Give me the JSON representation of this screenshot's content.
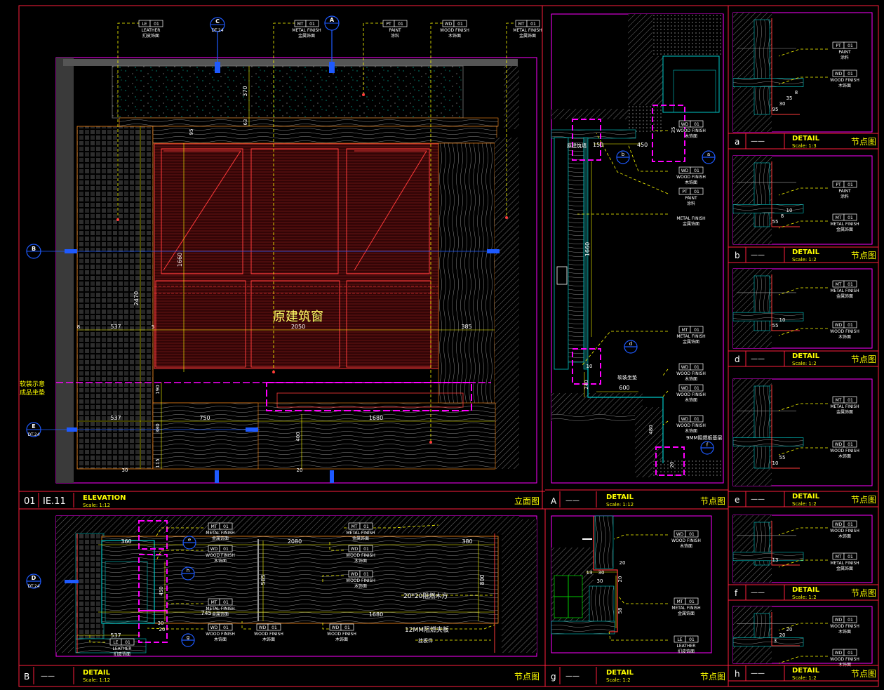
{
  "colors": {
    "frame": "#ff1e3c",
    "magenta": "#ff00ff",
    "yellow": "#ffff00",
    "white": "#ffffff",
    "cyan": "#00ffff",
    "blue": "#1e5aff",
    "wood": "#b4b4b4",
    "red": "#ff3a3a",
    "orange": "#ff8c1a",
    "green": "#00c800"
  },
  "elevation": {
    "num": "01",
    "ref": "IE.11",
    "title": "ELEVATION",
    "scale": "Scale: 1:12",
    "cn": "立面图",
    "tags": [
      {
        "code": "LE",
        "n": "01",
        "en": "LEATHER",
        "cn": "扪皮饰面"
      },
      {
        "code": "MT",
        "n": "01",
        "en": "METAL FINISH",
        "cn": "金属饰面"
      },
      {
        "code": "PT",
        "n": "01",
        "en": "PAINT",
        "cn": "涂料"
      },
      {
        "code": "WD",
        "n": "01",
        "en": "WOOD FINISH",
        "cn": "木饰面"
      },
      {
        "code": "MT",
        "n": "01",
        "en": "METAL FINISH",
        "cn": "金属饰面"
      }
    ],
    "window_label": "原建筑窗",
    "side_note_1": "软装示意",
    "side_note_2": "成品坐垫",
    "dims": {
      "d537": "537",
      "d2050": "2050",
      "d385": "385",
      "d5": "5",
      "d8": "8",
      "d750": "750",
      "d1680": "1680",
      "d2470": "2470",
      "d1660": "1660",
      "d370": "370",
      "d63": "63",
      "d95": "95",
      "d190": "190",
      "d380": "380",
      "d400": "400",
      "d20": "20",
      "d115": "115",
      "d30": "30"
    },
    "markers": [
      {
        "letter": "C",
        "ref": "DT.24"
      },
      {
        "letter": "A",
        "ref": ""
      },
      {
        "letter": "B",
        "ref": ""
      },
      {
        "letter": "E",
        "ref": "DT.24"
      }
    ]
  },
  "detailA": {
    "letter": "A",
    "dash": "——",
    "title": "DETAIL",
    "scale": "Scale: 1:12",
    "cn": "节点图",
    "tags": [
      {
        "code": "WD",
        "n": "01",
        "en": "WOOD FINISH",
        "cn": "木饰面"
      },
      {
        "code": "WD",
        "n": "01",
        "en": "WOOD FINISH",
        "cn": "木饰面"
      },
      {
        "code": "PT",
        "n": "01",
        "en": "PAINT",
        "cn": "涂料"
      },
      {
        "code": "",
        "n": "",
        "en": "METAL FINISH",
        "cn": "金属饰面"
      },
      {
        "code": "MT",
        "n": "01",
        "en": "METAL FINISH",
        "cn": "金属饰面"
      },
      {
        "code": "WD",
        "n": "01",
        "en": "WOOD FINISH",
        "cn": "木饰面"
      },
      {
        "code": "WD",
        "n": "01",
        "en": "WOOD FINISH",
        "cn": "木饰面"
      },
      {
        "code": "WD",
        "n": "01",
        "en": "WOOD FINISH",
        "cn": "木饰面"
      }
    ],
    "notes": {
      "old": "原建筑墙",
      "cushion": "软装坐垫",
      "board": "9MM阻燃板基层",
      "metal": "METAL FINISH"
    },
    "dims": {
      "d450": "450",
      "d150": "150",
      "d1660": "1660",
      "d600": "600",
      "d240": "240",
      "d480": "480",
      "d35": "35",
      "d20": "20",
      "d10": "10"
    },
    "markers": [
      "b",
      "a",
      "d",
      "f"
    ]
  },
  "details_small": [
    {
      "letter": "a",
      "dash": "——",
      "title": "DETAIL",
      "scale": "Scale: 1:3",
      "cn": "节点图",
      "tags": [
        {
          "code": "PT",
          "n": "01",
          "en": "PAINT",
          "cn": "涂料"
        },
        {
          "code": "WD",
          "n": "01",
          "en": "WOOD FINISH",
          "cn": "木饰面"
        }
      ],
      "dims": [
        "95",
        "30",
        "35",
        "8"
      ]
    },
    {
      "letter": "b",
      "dash": "——",
      "title": "DETAIL",
      "scale": "Scale: 1:2",
      "cn": "节点图",
      "tags": [
        {
          "code": "PT",
          "n": "01",
          "en": "PAINT",
          "cn": "涂料"
        },
        {
          "code": "MT",
          "n": "01",
          "en": "METAL FINISH",
          "cn": "金属饰面"
        }
      ],
      "dims": [
        "55",
        "8",
        "10"
      ]
    },
    {
      "letter": "d",
      "dash": "——",
      "title": "DETAIL",
      "scale": "Scale: 1:2",
      "cn": "节点图",
      "tags": [
        {
          "code": "MT",
          "n": "01",
          "en": "METAL FINISH",
          "cn": "金属饰面"
        },
        {
          "code": "WD",
          "n": "01",
          "en": "WOOD FINISH",
          "cn": "木饰面"
        }
      ],
      "dims": [
        "55",
        "10"
      ]
    },
    {
      "letter": "e",
      "dash": "——",
      "title": "DETAIL",
      "scale": "Scale: 1:2",
      "cn": "节点图",
      "tags": [
        {
          "code": "MT",
          "n": "01",
          "en": "METAL FINISH",
          "cn": "金属饰面"
        },
        {
          "code": "WD",
          "n": "01",
          "en": "WOOD FINISH",
          "cn": "木饰面"
        }
      ],
      "dims": [
        "10",
        "55"
      ]
    },
    {
      "letter": "f",
      "dash": "——",
      "title": "DETAIL",
      "scale": "Scale: 1:2",
      "cn": "节点图",
      "tags": [
        {
          "code": "WD",
          "n": "01",
          "en": "WOOD FINISH",
          "cn": "木饰面"
        },
        {
          "code": "MT",
          "n": "01",
          "en": "METAL FINISH",
          "cn": "金属饰面"
        }
      ],
      "dims": [
        "13"
      ]
    },
    {
      "letter": "h",
      "dash": "——",
      "title": "DETAIL",
      "scale": "Scale: 1:2",
      "cn": "节点图",
      "tags": [
        {
          "code": "WD",
          "n": "01",
          "en": "WOOD FINISH",
          "cn": "木饰面"
        },
        {
          "code": "WD",
          "n": "01",
          "en": "WOOD FINISH",
          "cn": "木饰面"
        }
      ],
      "dims": [
        "3",
        "20",
        "20"
      ]
    }
  ],
  "detailB": {
    "letter": "B",
    "dash": "——",
    "title": "DETAIL",
    "scale": "Scale: 1:12",
    "cn": "节点图",
    "tags": [
      {
        "code": "MT",
        "n": "01",
        "en": "METAL FINISH",
        "cn": "金属饰面"
      },
      {
        "code": "WD",
        "n": "01",
        "en": "WOOD FINISH",
        "cn": "木饰面"
      },
      {
        "code": "MT",
        "n": "01",
        "en": "METAL FINISH",
        "cn": "金属饰面"
      },
      {
        "code": "WD",
        "n": "01",
        "en": "WOOD FINISH",
        "cn": "木饰面"
      },
      {
        "code": "WD",
        "n": "01",
        "en": "WOOD FINISH",
        "cn": "木饰面"
      },
      {
        "code": "MT",
        "n": "01",
        "en": "METAL FINISH",
        "cn": "金属饰面"
      },
      {
        "code": "WD",
        "n": "01",
        "en": "WOOD FINISH",
        "cn": "木饰面"
      },
      {
        "code": "WD",
        "n": "01",
        "en": "WOOD FINISH",
        "cn": "木饰面"
      },
      {
        "code": "WD",
        "n": "01",
        "en": "WOOD FINISH",
        "cn": "木饰面"
      },
      {
        "code": "LE",
        "n": "01",
        "en": "LEATHER",
        "cn": "扪皮饰面"
      }
    ],
    "notes": {
      "wood": "20*20阻燃木方",
      "board": "12MM阻燃夹板",
      "fix": "挂板件"
    },
    "dims": {
      "d360": "360",
      "d2080": "2080",
      "d380": "380",
      "d585": "585",
      "d800": "800",
      "d745": "745",
      "d1680": "1680",
      "d537": "537",
      "d450": "450",
      "d30": "30",
      "d20": "20"
    },
    "markers": [
      {
        "letter": "D",
        "ref": "DT.24"
      },
      {
        "letter": "e"
      },
      {
        "letter": "h"
      },
      {
        "letter": "g"
      }
    ]
  },
  "detailG": {
    "letter": "g",
    "dash": "——",
    "title": "DETAIL",
    "scale": "Scale: 1:2",
    "cn": "节点图",
    "tags": [
      {
        "code": "WD",
        "n": "01",
        "en": "WOOD FINISH",
        "cn": "木饰面"
      },
      {
        "code": "MT",
        "n": "01",
        "en": "METAL FINISH",
        "cn": "金属饰面"
      },
      {
        "code": "LE",
        "n": "01",
        "en": "LEATHER",
        "cn": "扪皮饰面"
      }
    ],
    "dims": [
      "13",
      "30",
      "20",
      "30",
      "58",
      "20"
    ]
  }
}
